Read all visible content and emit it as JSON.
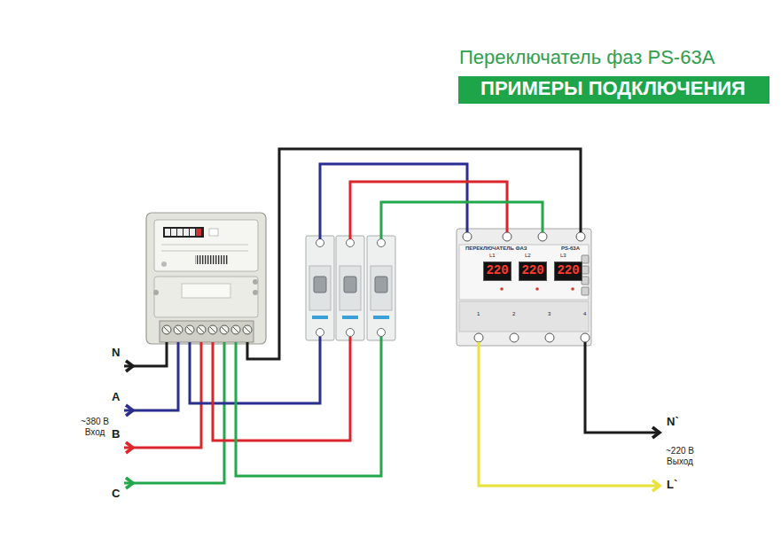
{
  "diagram": {
    "title": "Переключатель фаз PS-63A",
    "nodes": [
      {
        "text": [
          "ПРИМЕРЫ ПОДКЛЮЧЕНИЯ"
        ]
      },
      {
        "text": [
          "ПЕРЕКЛЮЧАТЕЛЬ ФАЗ",
          "PS-63A"
        ]
      },
      {
        "text": [
          "220"
        ],
        "in": 1
      },
      {
        "text": [
          "220"
        ],
        "in": 1
      },
      {
        "text": [
          "220"
        ],
        "in": 1
      }
    ],
    "labels": [
      "N",
      "A",
      "B",
      "C",
      "~380 В Вход",
      "N`",
      "~220 В Выход",
      "L`",
      "L1",
      "L2",
      "L3",
      "1",
      "2",
      "3",
      "4"
    ]
  }
}
